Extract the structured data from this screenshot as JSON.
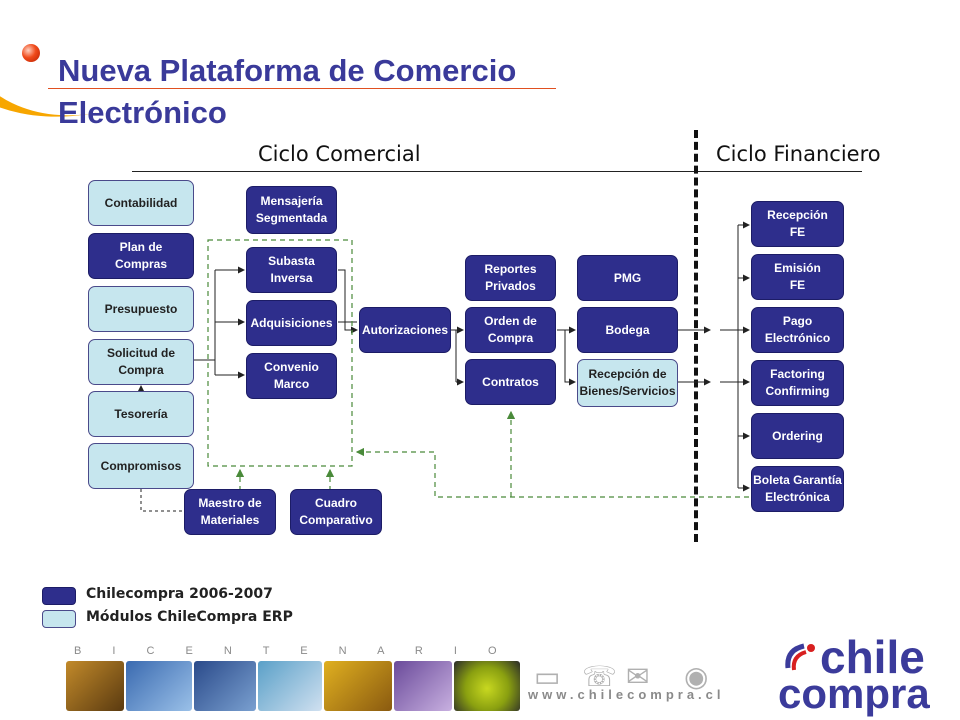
{
  "title": "Nueva Plataforma de Comercio\nElectrónico",
  "sections": {
    "commercial": "Ciclo Comercial",
    "financial": "Ciclo Financiero"
  },
  "boxes": {
    "contabilidad": "Contabilidad",
    "plan_compras": "Plan de\nCompras",
    "presupuesto": "Presupuesto",
    "solicitud": "Solicitud de\nCompra",
    "tesoreria": "Tesorería",
    "compromisos": "Compromisos",
    "mensajeria": "Mensajería\nSegmentada",
    "subasta": "Subasta\nInversa",
    "adquisiciones": "Adquisiciones",
    "convenio": "Convenio\nMarco",
    "maestro": "Maestro de\nMateriales",
    "cuadro": "Cuadro\nComparativo",
    "autorizaciones": "Autorizaciones",
    "reportes": "Reportes\nPrivados",
    "orden": "Orden de\nCompra",
    "contratos": "Contratos",
    "pmg": "PMG",
    "bodega": "Bodega",
    "recepcion_bienes": "Recepción de\nBienes/Servicios",
    "recepcion_fe": "Recepción\nFE",
    "emision_fe": "Emisión\nFE",
    "pago": "Pago\nElectrónico",
    "factoring": "Factoring\nConfirming",
    "ordering": "Ordering",
    "boleta": "Boleta Garantía\nElectrónica"
  },
  "legend": {
    "dark": {
      "label": "Chilecompra 2006-2007",
      "color": "#2e2e8c"
    },
    "light": {
      "label": "Módulos ChileCompra ERP",
      "color": "#c6e6ee"
    }
  },
  "footer": {
    "bicentenario": "B I C E N T E N A R I O",
    "url": "www.chilecompra.cl",
    "logo_line1": "chile",
    "logo_line2": "compra",
    "icons": [
      "monitor-icon",
      "phone-icon",
      "envelope-icon",
      "eye-icon"
    ]
  },
  "colors": {
    "title": "#3a3a9a",
    "accent": "#f7a600",
    "dashed_link": "#4a8a3a"
  }
}
